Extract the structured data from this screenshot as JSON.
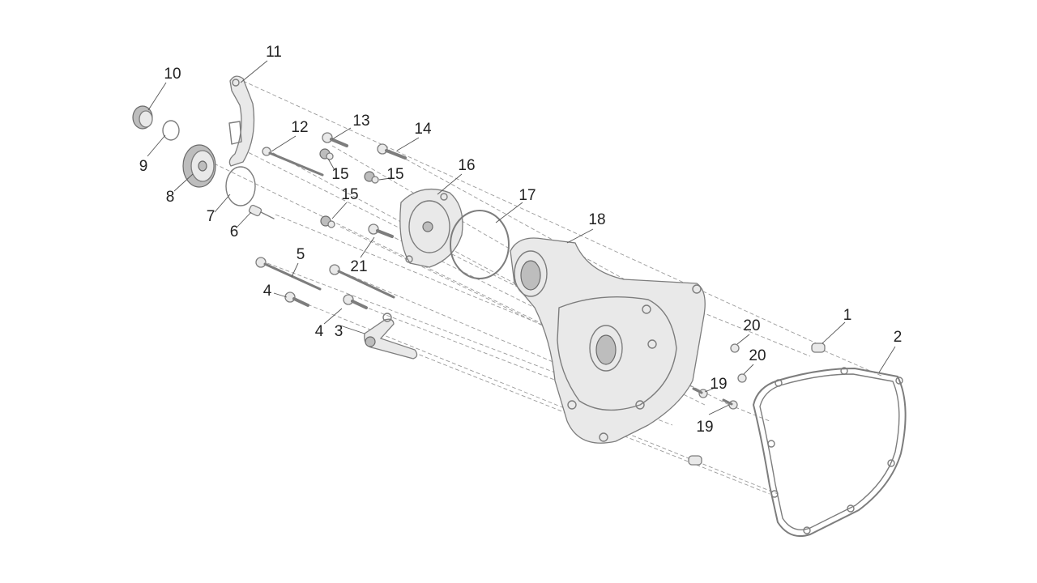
{
  "diagram": {
    "callouts": [
      {
        "id": "c10",
        "label": "10"
      },
      {
        "id": "c9",
        "label": "9"
      },
      {
        "id": "c8",
        "label": "8"
      },
      {
        "id": "c11",
        "label": "11"
      },
      {
        "id": "c7",
        "label": "7"
      },
      {
        "id": "c6",
        "label": "6"
      },
      {
        "id": "c12",
        "label": "12"
      },
      {
        "id": "c13",
        "label": "13"
      },
      {
        "id": "c14",
        "label": "14"
      },
      {
        "id": "c15a",
        "label": "15"
      },
      {
        "id": "c15b",
        "label": "15"
      },
      {
        "id": "c15c",
        "label": "15"
      },
      {
        "id": "c16",
        "label": "16"
      },
      {
        "id": "c17",
        "label": "17"
      },
      {
        "id": "c18",
        "label": "18"
      },
      {
        "id": "c21",
        "label": "21"
      },
      {
        "id": "c5",
        "label": "5"
      },
      {
        "id": "c4a",
        "label": "4"
      },
      {
        "id": "c4b",
        "label": "4"
      },
      {
        "id": "c3",
        "label": "3"
      },
      {
        "id": "c20a",
        "label": "20"
      },
      {
        "id": "c20b",
        "label": "20"
      },
      {
        "id": "c19a",
        "label": "19"
      },
      {
        "id": "c19b",
        "label": "19"
      },
      {
        "id": "c1",
        "label": "1"
      },
      {
        "id": "c2",
        "label": "2"
      }
    ]
  }
}
